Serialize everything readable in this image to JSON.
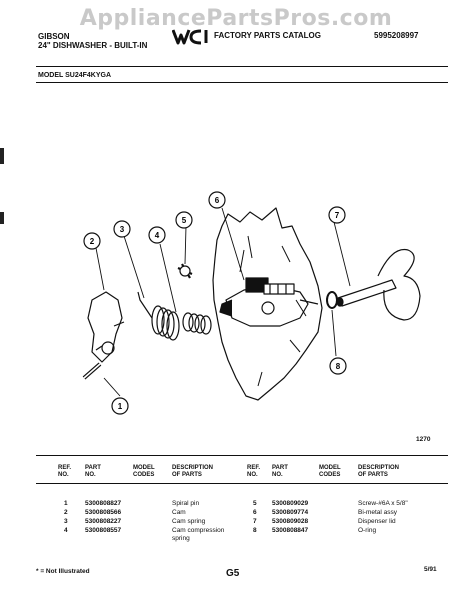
{
  "watermark": "AppliancePartsPros.com",
  "header": {
    "brand": "GIBSON",
    "product": "24\" DISHWASHER - BUILT-IN",
    "catalog": "FACTORY PARTS CATALOG",
    "catalog_number": "5995208997",
    "model_line": "MODEL SU24F4KYGA"
  },
  "diagram": {
    "callouts": [
      "1",
      "2",
      "3",
      "4",
      "5",
      "6",
      "7",
      "8"
    ],
    "figure_number": "1270"
  },
  "table": {
    "headers": {
      "ref": "REF.\nNO.",
      "part": "PART\nNO.",
      "model": "MODEL\nCODES",
      "desc": "DESCRIPTION\nOF PARTS"
    },
    "left_rows": [
      {
        "ref": "1",
        "part": "5300808827",
        "model": "",
        "desc": "Spiral pin"
      },
      {
        "ref": "2",
        "part": "5300808566",
        "model": "",
        "desc": "Cam"
      },
      {
        "ref": "3",
        "part": "5300808227",
        "model": "",
        "desc": "Cam spring"
      },
      {
        "ref": "4",
        "part": "5300808557",
        "model": "",
        "desc": "Cam compression\nspring"
      }
    ],
    "right_rows": [
      {
        "ref": "5",
        "part": "5300809029",
        "model": "",
        "desc": "Screw-#6A x 5/8\""
      },
      {
        "ref": "6",
        "part": "5300809774",
        "model": "",
        "desc": "Bi-metal assy"
      },
      {
        "ref": "7",
        "part": "5300809028",
        "model": "",
        "desc": "Dispenser lid"
      },
      {
        "ref": "8",
        "part": "5300808847",
        "model": "",
        "desc": "O-ring"
      }
    ]
  },
  "footer": {
    "note": "* = Not Illustrated",
    "page": "G5",
    "date": "5/91"
  }
}
